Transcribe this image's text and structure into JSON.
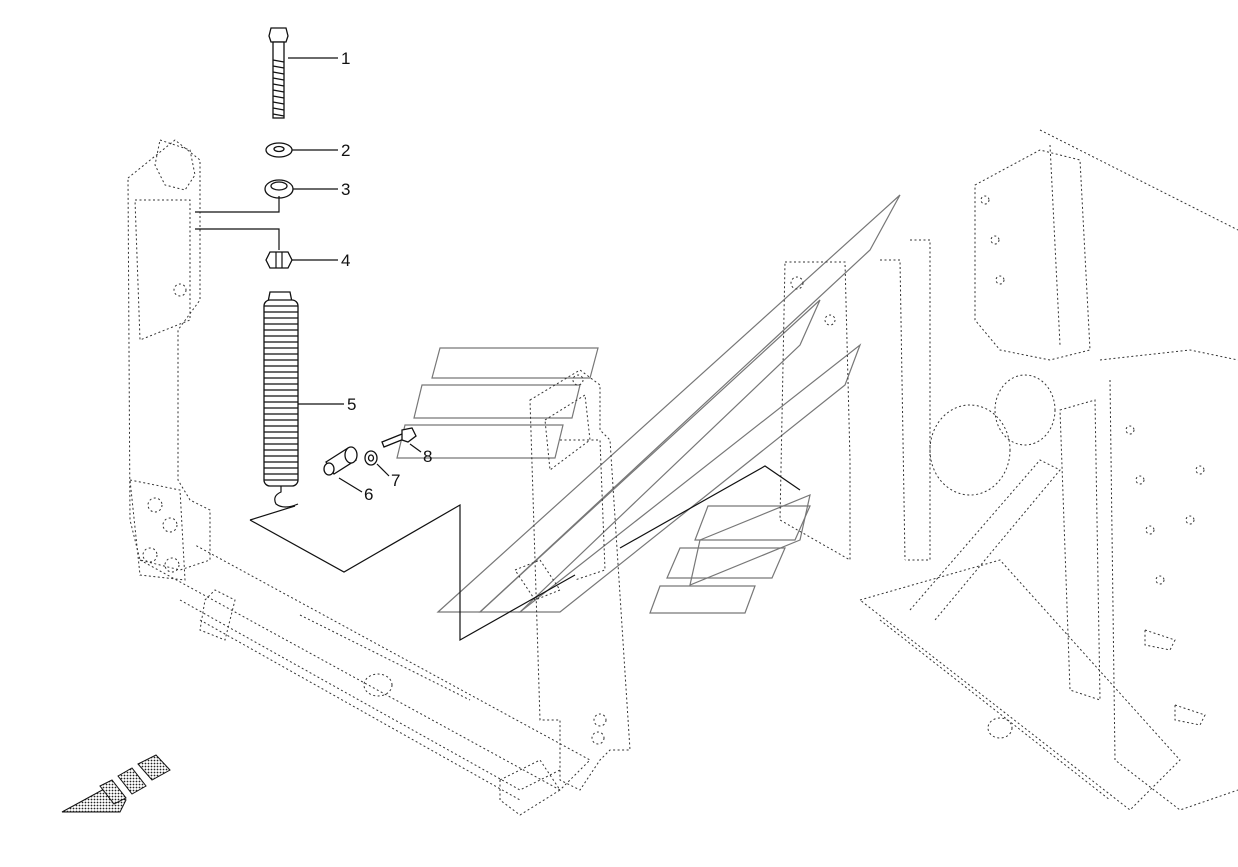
{
  "callouts": [
    {
      "id": "1",
      "label": "1"
    },
    {
      "id": "2",
      "label": "2"
    },
    {
      "id": "3",
      "label": "3"
    },
    {
      "id": "4",
      "label": "4"
    },
    {
      "id": "5",
      "label": "5"
    },
    {
      "id": "6",
      "label": "6"
    },
    {
      "id": "7",
      "label": "7"
    },
    {
      "id": "8",
      "label": "8"
    }
  ],
  "icons": {
    "direction": "forward-direction-arrow-icon",
    "watermark": "watermark-logo"
  }
}
